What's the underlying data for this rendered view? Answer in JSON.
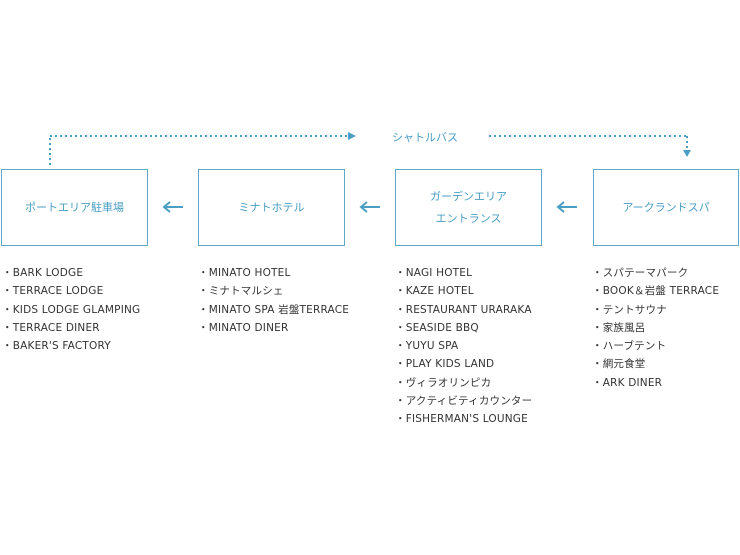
{
  "shuttle": {
    "label": "シャトルバス"
  },
  "boxes": {
    "port_area": {
      "lines": [
        "ポートエリア駐車場"
      ]
    },
    "minato_hotel": {
      "lines": [
        "ミナトホテル"
      ]
    },
    "garden_area": {
      "lines": [
        "ガーデンエリア",
        "エントランス"
      ]
    },
    "ark_land_spa": {
      "lines": [
        "アークランドスパ"
      ]
    }
  },
  "lists": {
    "port_area": [
      "BARK LODGE",
      "TERRACE LODGE",
      "KIDS LODGE GLAMPING",
      "TERRACE DINER",
      "BAKER'S FACTORY"
    ],
    "minato_hotel": [
      "MINATO HOTEL",
      "ミナトマルシェ",
      "MINATO SPA 岩盤TERRACE",
      "MINATO DINER"
    ],
    "garden_area": [
      "NAGI HOTEL",
      "KAZE HOTEL",
      "RESTAURANT URARAKA",
      "SEASIDE BBQ",
      "YUYU SPA",
      "PLAY KIDS LAND",
      "ヴィラオリンピカ",
      "アクティビティカウンター",
      "FISHERMAN'S LOUNGE"
    ],
    "ark_land_spa": [
      "スパテーマパーク",
      "BOOK＆岩盤 TERRACE",
      "テントサウナ",
      "家族風呂",
      "ハーブテント",
      "網元食堂",
      "ARK DINER"
    ]
  },
  "colors": {
    "accent": "#4a9ec3",
    "border": "#5fa8c8",
    "text": "#333333"
  },
  "icons": {
    "flow_arrow": "left-arrow-icon",
    "shuttle_arrow": "dotted-arrow-icon"
  }
}
